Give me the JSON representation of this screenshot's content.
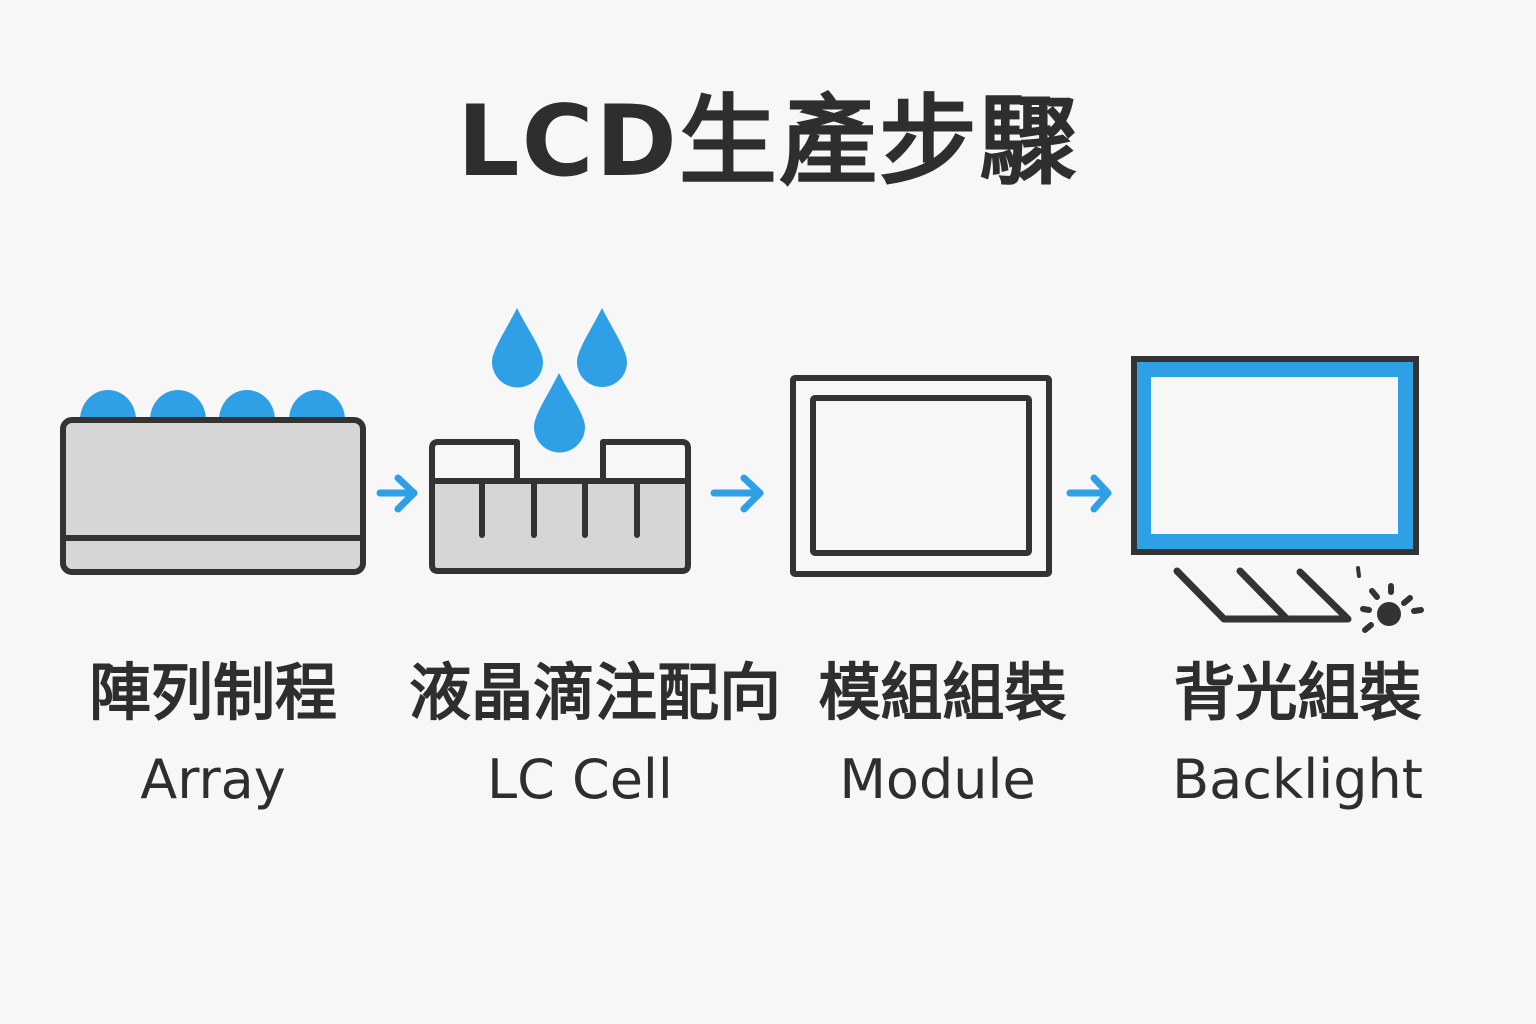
{
  "title": "LCD生產步驟",
  "colors": {
    "accent": "#2f9fe6",
    "stroke": "#333333",
    "fill_gray": "#d6d6d6",
    "background": "#f7f7f7"
  },
  "steps": [
    {
      "label_zh": "陣列制程",
      "label_en": "Array",
      "icon": "array-substrate-icon"
    },
    {
      "label_zh": "液晶滴注配向",
      "label_en": "LC Cell",
      "icon": "lc-droplet-cell-icon"
    },
    {
      "label_zh": "模組組裝",
      "label_en": "Module",
      "icon": "module-frame-icon"
    },
    {
      "label_zh": "背光組裝",
      "label_en": "Backlight",
      "icon": "backlight-display-icon"
    }
  ],
  "arrows": [
    "arrow-right-icon",
    "arrow-right-icon",
    "arrow-right-icon"
  ]
}
